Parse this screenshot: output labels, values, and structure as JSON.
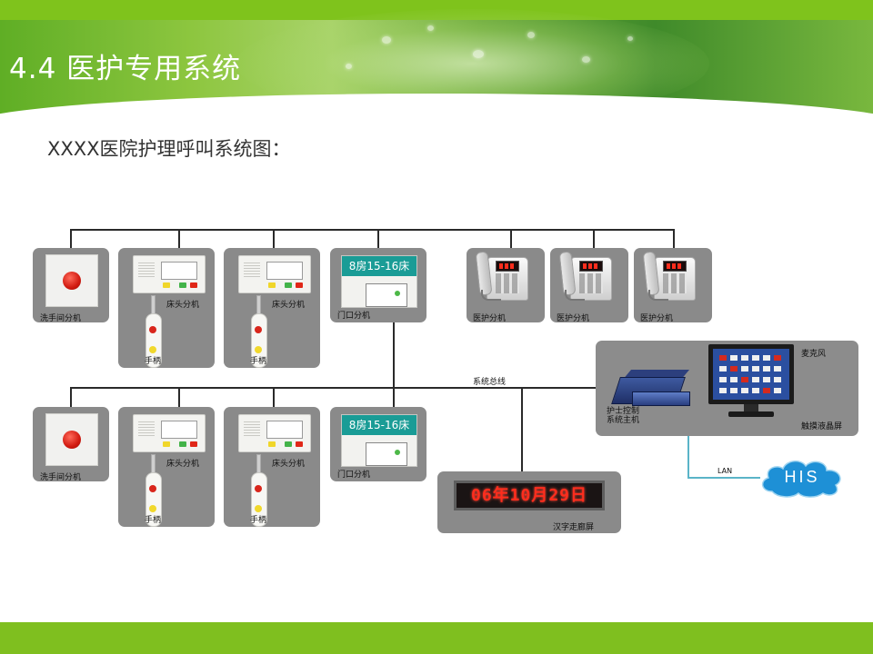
{
  "page": {
    "title": "4.4 医护专用系统",
    "subtitle": "XXXX医院护理呼叫系统图："
  },
  "diagram": {
    "labels": {
      "washroom_unit": "洗手间分机",
      "bedside_unit": "床头分机",
      "handset": "手柄",
      "door_unit": "门口分机",
      "nurse_unit": "医护分机",
      "bus": "系统总线",
      "host": "护士控制系统主机",
      "host_line1": "护士控制",
      "host_line2": "系统主机",
      "microphone": "麦克风",
      "touch_lcd": "触摸液晶屏",
      "lan": "LAN",
      "his": "HIS",
      "corridor_screen": "汉字走廊屏"
    },
    "door_sign": "8房15-16床",
    "corridor_display": "06年10月29日"
  },
  "colors": {
    "header_green": "#7fc31c",
    "panel_gray": "#8a8a8a",
    "lan_line": "#5ab4c8",
    "cloud_blue": "#1e90d6",
    "led_red": "#ff2d1d",
    "door_sign": "#1a9c96"
  }
}
